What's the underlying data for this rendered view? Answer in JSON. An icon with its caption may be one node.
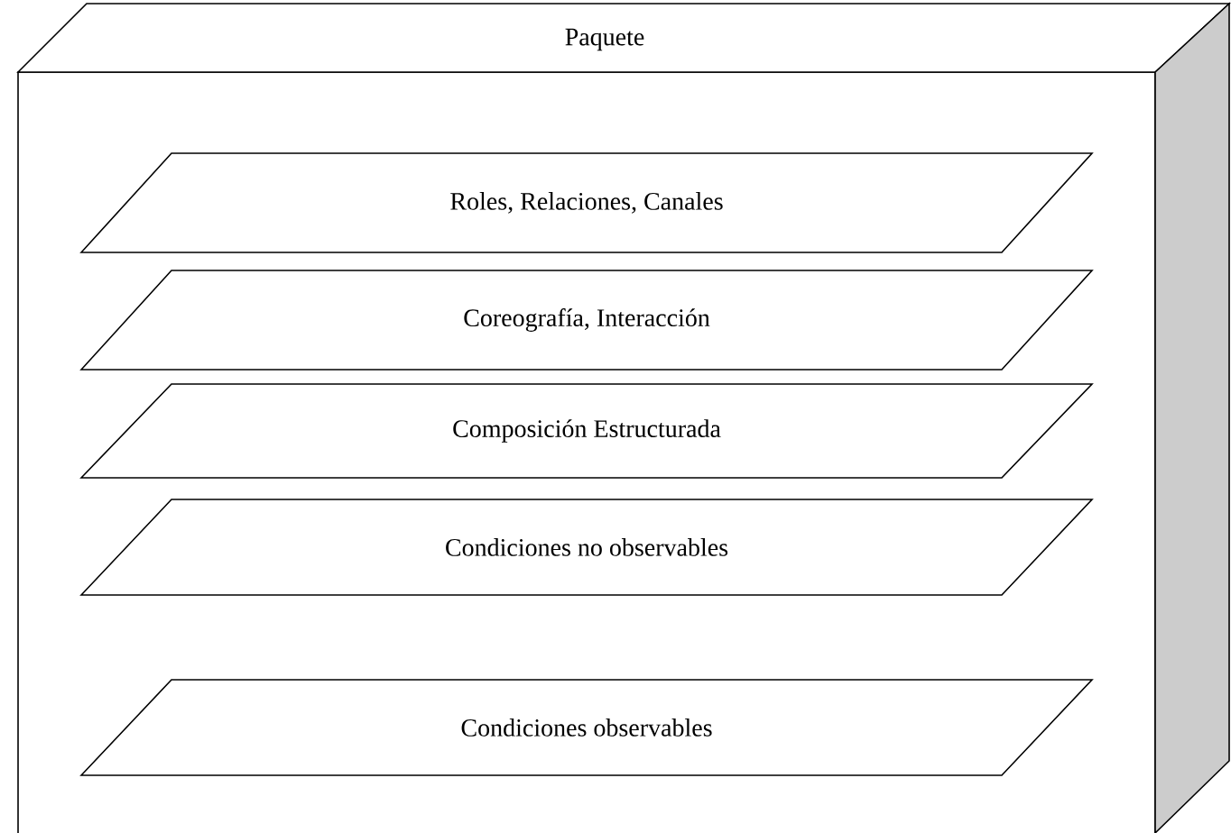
{
  "diagram": {
    "nodes": [
      {
        "text": [
          "Paquete"
        ]
      },
      {
        "text": [
          "Roles, Relaciones, Canales"
        ],
        "in": 0
      },
      {
        "text": [
          "Coreografía, Interacción"
        ],
        "in": 0
      },
      {
        "text": [
          "Composición Estructurada"
        ],
        "in": 0
      },
      {
        "text": [
          "Condiciones no observables"
        ],
        "in": 0
      },
      {
        "text": [
          "Condiciones observables"
        ],
        "in": 0
      }
    ]
  }
}
